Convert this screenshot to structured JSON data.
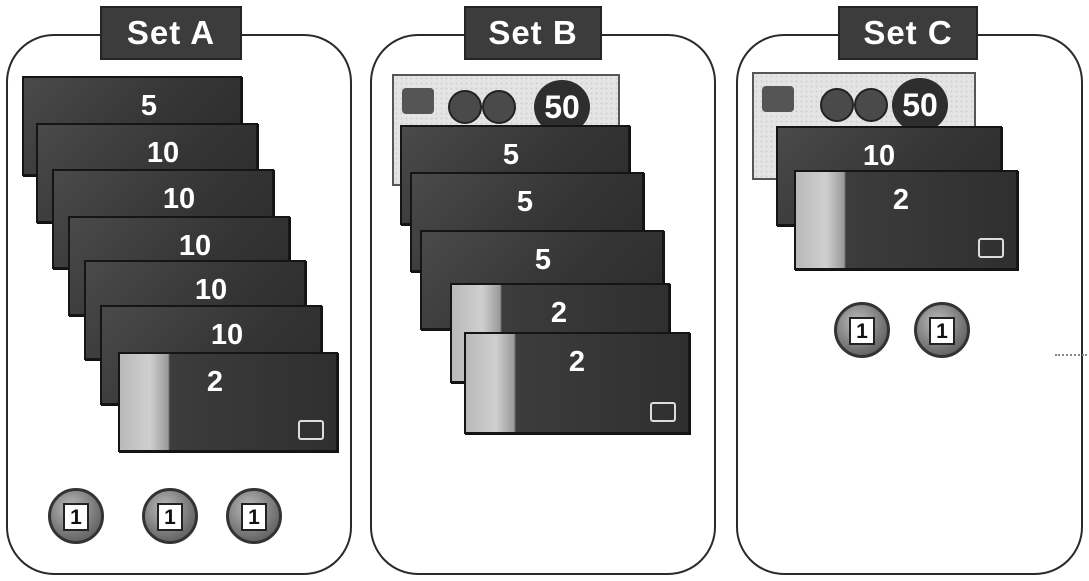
{
  "sets": [
    {
      "title": "Set A",
      "notes": [
        "5",
        "10",
        "10",
        "10",
        "10",
        "10",
        "2"
      ],
      "coins": [
        "1",
        "1",
        "1"
      ]
    },
    {
      "title": "Set B",
      "big_note": "50",
      "notes": [
        "5",
        "5",
        "5",
        "2",
        "2"
      ],
      "coins": []
    },
    {
      "title": "Set C",
      "big_note": "50",
      "notes": [
        "10",
        "2"
      ],
      "coins": [
        "1",
        "1"
      ]
    }
  ]
}
